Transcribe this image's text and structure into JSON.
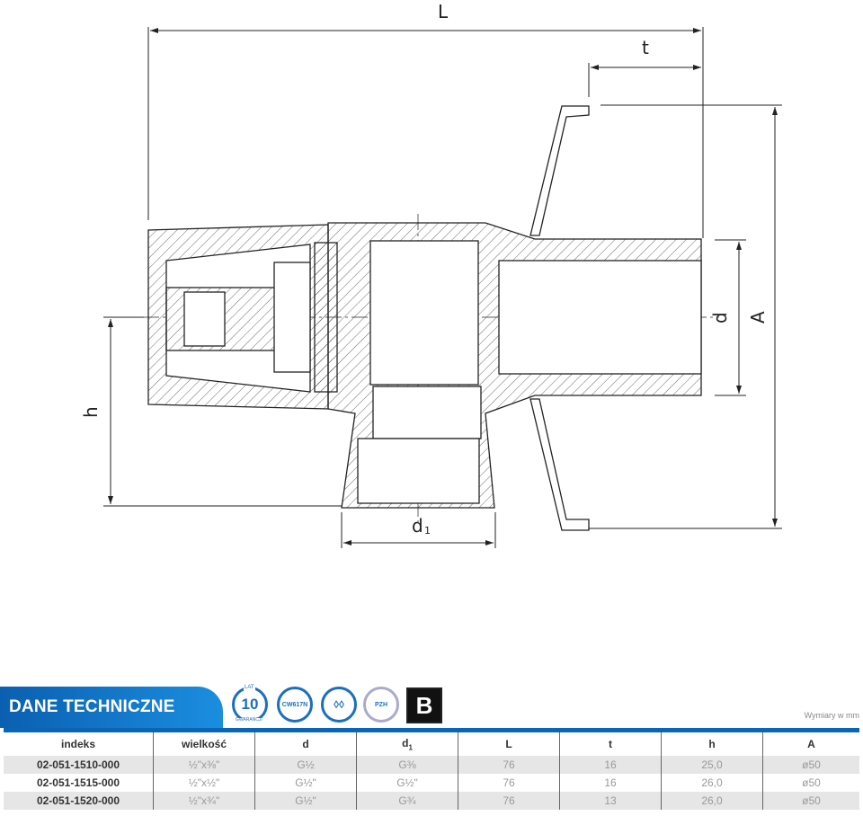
{
  "drawing": {
    "labels": {
      "L": "L",
      "t": "t",
      "A": "A",
      "d": "d",
      "h": "h",
      "d1": "d",
      "d1_sub": "1"
    }
  },
  "header": {
    "title": "DANE TECHNICZNE",
    "badges": {
      "warranty_number": "10",
      "warranty_top": "LAT",
      "warranty_bottom": "GWARANCJI",
      "material": "CW617N",
      "pzh": "PZH"
    },
    "units_note": "Wymiary w mm"
  },
  "table": {
    "columns": [
      "indeks",
      "wielkość",
      "d",
      "d",
      "L",
      "t",
      "h",
      "A"
    ],
    "d1_sub": "1",
    "rows": [
      [
        "02-051-1510-000",
        "½\"x⅜\"",
        "G½",
        "G⅜",
        "76",
        "16",
        "25,0",
        "ø50"
      ],
      [
        "02-051-1515-000",
        "½\"x½\"",
        "G½\"",
        "G½\"",
        "76",
        "16",
        "26,0",
        "ø50"
      ],
      [
        "02-051-1520-000",
        "½\"x¾\"",
        "G½\"",
        "G¾",
        "76",
        "13",
        "26,0",
        "ø50"
      ]
    ]
  },
  "colors": {
    "accent": "#0a64b8"
  }
}
